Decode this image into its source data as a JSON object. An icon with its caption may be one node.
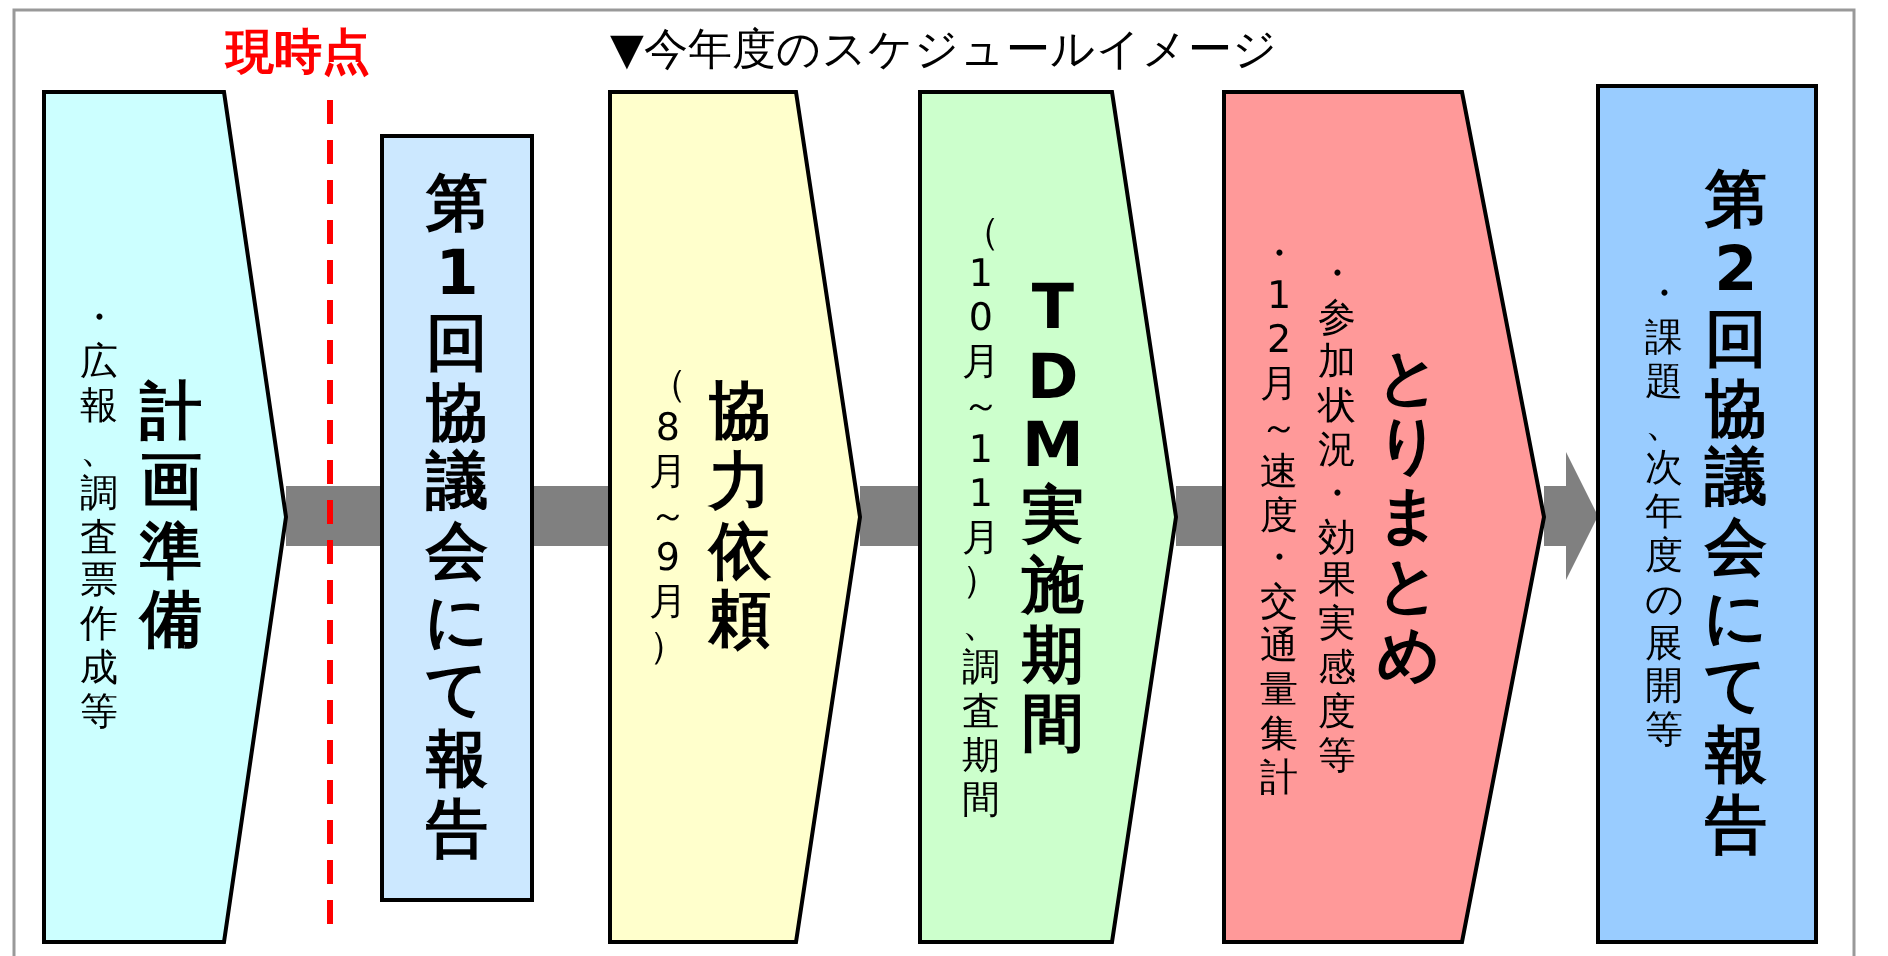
{
  "diagram": {
    "title": "▼今年度のスケジュールイメージ",
    "nodes": [
      {
        "text": [
          "・広報、調査票作成等",
          "計画準備"
        ]
      },
      {
        "text": [
          "第1回協議会にて報告"
        ]
      },
      {
        "text": [
          "（8月～9月）",
          "協力依頼"
        ]
      },
      {
        "text": [
          "（10月～11月）、調査期間",
          "TDM実施期間"
        ]
      },
      {
        "text": [
          "・12月～速度・交通量集計",
          "・参加状況・効果実感度等",
          "とりまとめ"
        ]
      },
      {
        "text": [
          "・課題、次年度の展開等",
          "第2回協議会にて報告"
        ]
      }
    ],
    "edges": [
      {
        "from": 0,
        "to": 1,
        "arrow": "none"
      },
      {
        "from": 1,
        "to": 2,
        "arrow": "none"
      },
      {
        "from": 2,
        "to": 3,
        "arrow": "none"
      },
      {
        "from": 3,
        "to": 4,
        "arrow": "none"
      },
      {
        "from": 4,
        "to": 5,
        "arrow": "to"
      }
    ],
    "labels": [
      "現時点"
    ]
  }
}
